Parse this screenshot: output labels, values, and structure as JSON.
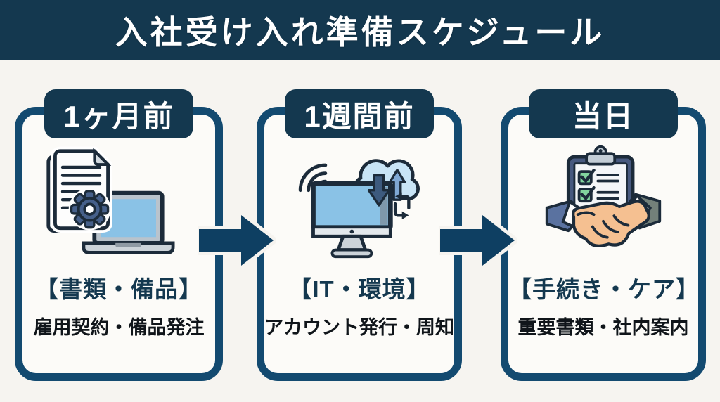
{
  "header": {
    "title": "入社受け入れ準備スケジュール"
  },
  "steps": [
    {
      "badge": "1ヶ月前",
      "icon": "documents-gear-laptop-icon",
      "category": "【書類・備品】",
      "detail": "雇用契約・備品発注"
    },
    {
      "badge": "1週間前",
      "icon": "computer-cloud-sync-icon",
      "category": "【IT・環境】",
      "detail": "アカウント発行・周知"
    },
    {
      "badge": "当日",
      "icon": "handshake-checklist-icon",
      "category": "【手続き・ケア】",
      "detail": "重要書類・社内案内"
    }
  ],
  "colors": {
    "header_navy": "#14384f",
    "card_border_blue": "#134a70",
    "arrow_blue": "#0e3f62",
    "background": "#f6f4f0",
    "category_text": "#14384f",
    "detail_text": "#10151a",
    "screen_blue": "#8ac2e6",
    "cloud_blue": "#c8e4f6",
    "check_green": "#82d49e",
    "skin_tone": "#f5c091"
  }
}
